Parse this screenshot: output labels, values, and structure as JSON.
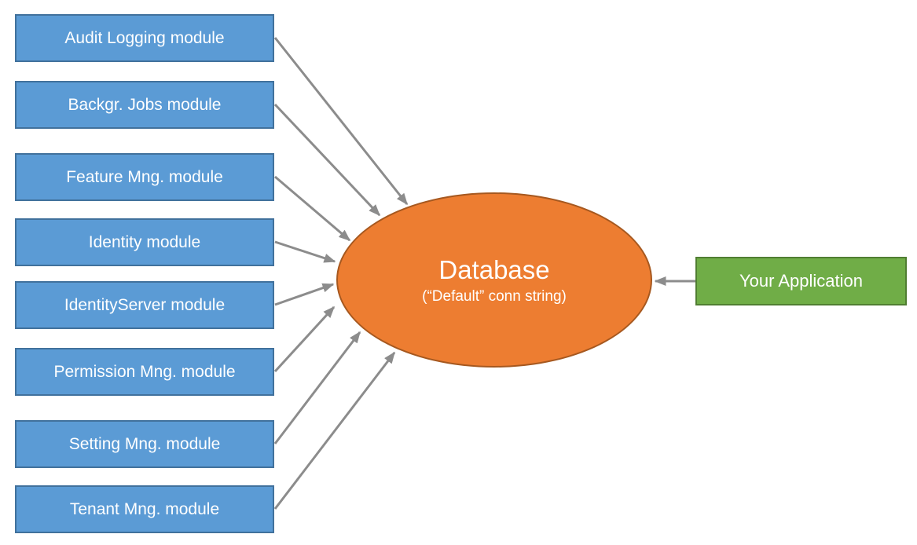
{
  "diagram": {
    "modules": [
      {
        "label": "Audit Logging module"
      },
      {
        "label": "Backgr. Jobs module"
      },
      {
        "label": "Feature Mng. module"
      },
      {
        "label": "Identity module"
      },
      {
        "label": "IdentityServer module"
      },
      {
        "label": "Permission Mng. module"
      },
      {
        "label": "Setting Mng. module"
      },
      {
        "label": "Tenant Mng. module"
      }
    ],
    "database": {
      "title": "Database",
      "subtitle": "(“Default” conn string)"
    },
    "application": {
      "label": "Your Application"
    },
    "colors": {
      "module_fill": "#5B9BD5",
      "module_border": "#41719C",
      "database_fill": "#ED7D31",
      "database_border": "#A6581F",
      "app_fill": "#70AD47",
      "app_border": "#507E32",
      "arrow": "#8C8C8C",
      "label_text": "#FFFFFF"
    }
  }
}
